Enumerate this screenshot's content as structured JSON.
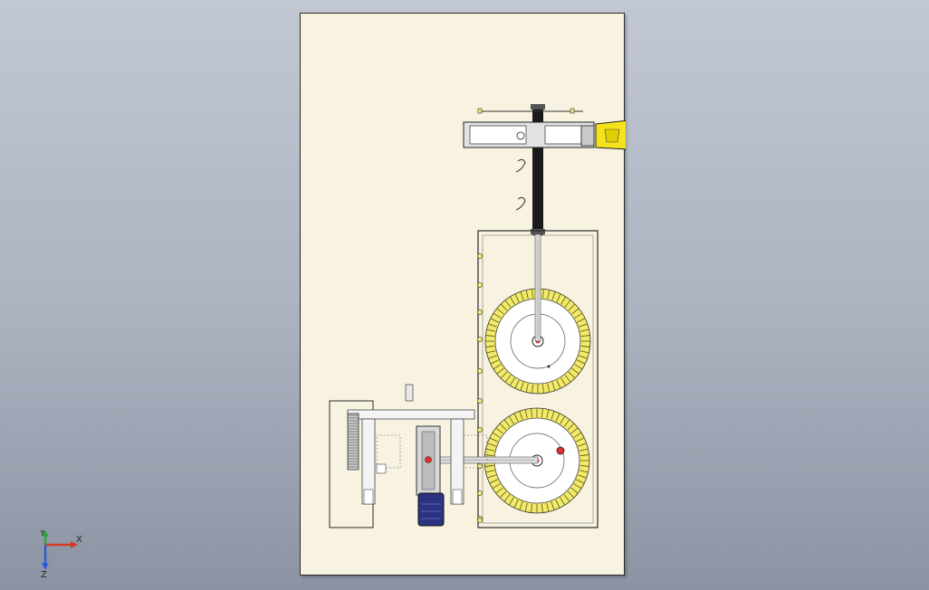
{
  "viewport": {
    "background_top": "#c2c8d3",
    "background_bottom": "#8c94a3",
    "sheet_color": "#f8f2e1"
  },
  "model": {
    "colors": {
      "frame_line": "#2a2a2a",
      "spool_teeth": "#f2ea6a",
      "spool_face": "#ffffff",
      "motor": "#2c3380",
      "highlight": "#e23030",
      "gearbox": "#f4e21a",
      "beam": "#1a1a1a"
    }
  },
  "triad": {
    "x_label": "X",
    "y_label": "Y",
    "z_label": "Z",
    "x_color": "#d63a2a",
    "y_color": "#2fa83a",
    "z_color": "#2a5bd6"
  }
}
